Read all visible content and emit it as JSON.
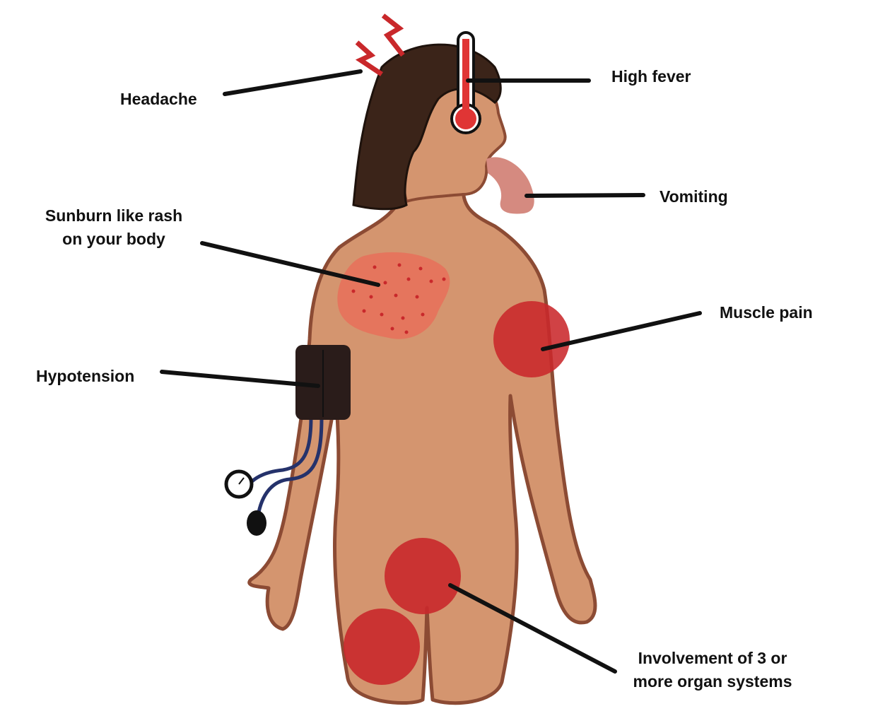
{
  "labels": {
    "headache": "Headache",
    "high_fever": "High fever",
    "vomiting": "Vomiting",
    "rash_line1": "Sunburn like rash",
    "rash_line2": "on your body",
    "muscle_pain": "Muscle pain",
    "hypotension": "Hypotension",
    "organ_line1": "Involvement of 3 or",
    "organ_line2": "more organ systems"
  },
  "colors": {
    "skin": "#d4956f",
    "outline": "#8c4b34",
    "hair": "#3b2419",
    "marker": "#c9282b",
    "rash": "#e8705a",
    "cuff": "#2a1c1a",
    "tube": "#25326b",
    "vomit": "#d58a80"
  }
}
